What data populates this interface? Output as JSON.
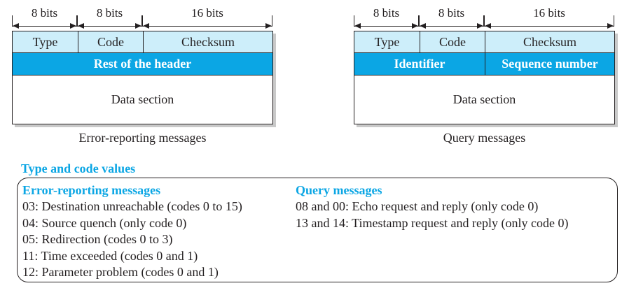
{
  "left_diagram": {
    "bit_labels": [
      "8 bits",
      "8 bits",
      "16 bits"
    ],
    "row1": [
      "Type",
      "Code",
      "Checksum"
    ],
    "row2": [
      "Rest of the header"
    ],
    "data_label": "Data section",
    "caption": "Error-reporting messages"
  },
  "right_diagram": {
    "bit_labels": [
      "8 bits",
      "8 bits",
      "16 bits"
    ],
    "row1": [
      "Type",
      "Code",
      "Checksum"
    ],
    "row2": [
      "Identifier",
      "Sequence number"
    ],
    "data_label": "Data section",
    "caption": "Query messages"
  },
  "codes": {
    "title": "Type and code values",
    "error_heading": "Error-reporting messages",
    "error_items": [
      "03: Destination unreachable (codes 0 to 15)",
      "04: Source quench (only code 0)",
      "05: Redirection (codes 0 to 3)",
      "11: Time exceeded (codes 0 and 1)",
      "12: Parameter problem (codes 0 and 1)"
    ],
    "query_heading": "Query messages",
    "query_items": [
      "08 and 00: Echo request and reply (only code 0)",
      "13 and 14: Timestamp request and reply (only code 0)"
    ]
  },
  "colors": {
    "header_light": "#cdeefa",
    "header_dark": "#0ba6e4",
    "heading_text": "#0ba6e4",
    "line": "#231f20"
  }
}
